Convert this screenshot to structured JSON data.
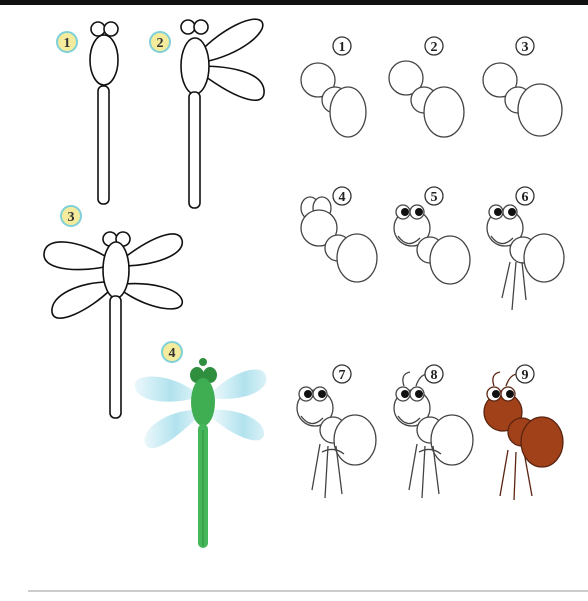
{
  "dragonfly_tutorial": {
    "steps": [
      {
        "label": "1"
      },
      {
        "label": "2"
      },
      {
        "label": "3"
      },
      {
        "label": "4"
      }
    ],
    "badge_color": "#f4ec9c",
    "badge_ring_color": "#7fd0d8",
    "body_green": "#3fae52",
    "wing_blue": "#9fd9e8"
  },
  "ant_tutorial": {
    "steps": [
      {
        "label": "1"
      },
      {
        "label": "2"
      },
      {
        "label": "3"
      },
      {
        "label": "4"
      },
      {
        "label": "5"
      },
      {
        "label": "6"
      },
      {
        "label": "7"
      },
      {
        "label": "8"
      },
      {
        "label": "9"
      }
    ],
    "ant_brown": "#a0411a"
  }
}
